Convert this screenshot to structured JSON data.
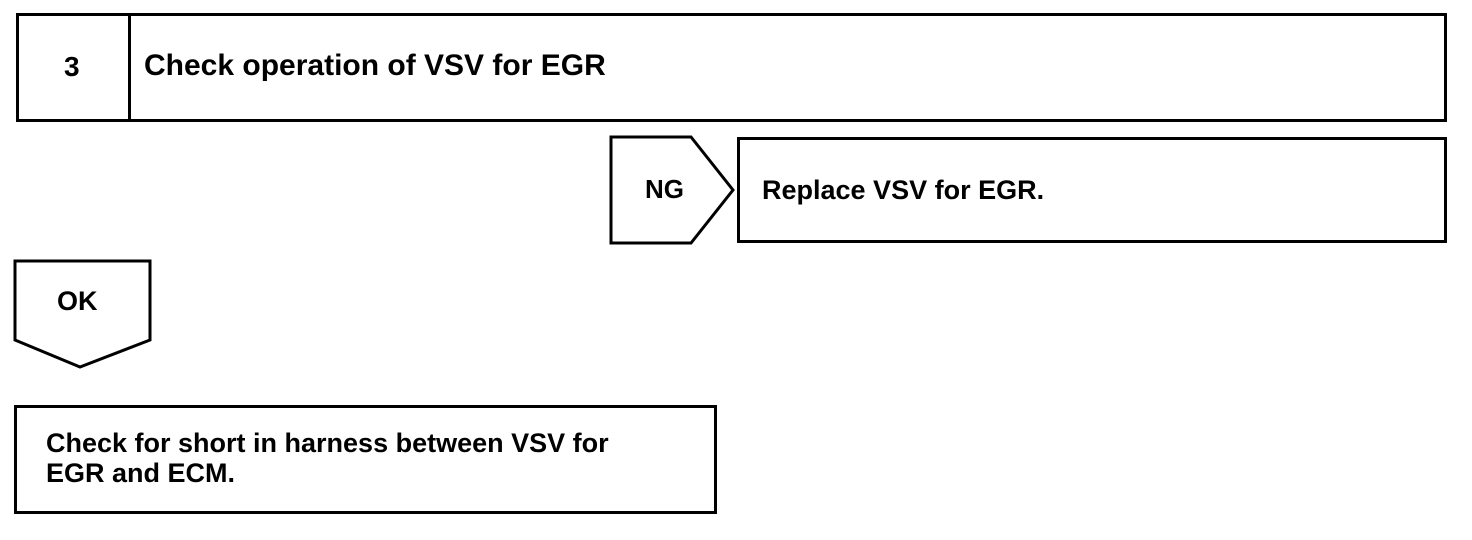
{
  "step": {
    "number": "3",
    "title": "Check operation of VSV for EGR"
  },
  "ng_branch": {
    "label": "NG",
    "action": "Replace VSV for EGR."
  },
  "ok_branch": {
    "label": "OK",
    "next_step_line1": "Check for short in harness between VSV for",
    "next_step_line2": "EGR and ECM."
  }
}
